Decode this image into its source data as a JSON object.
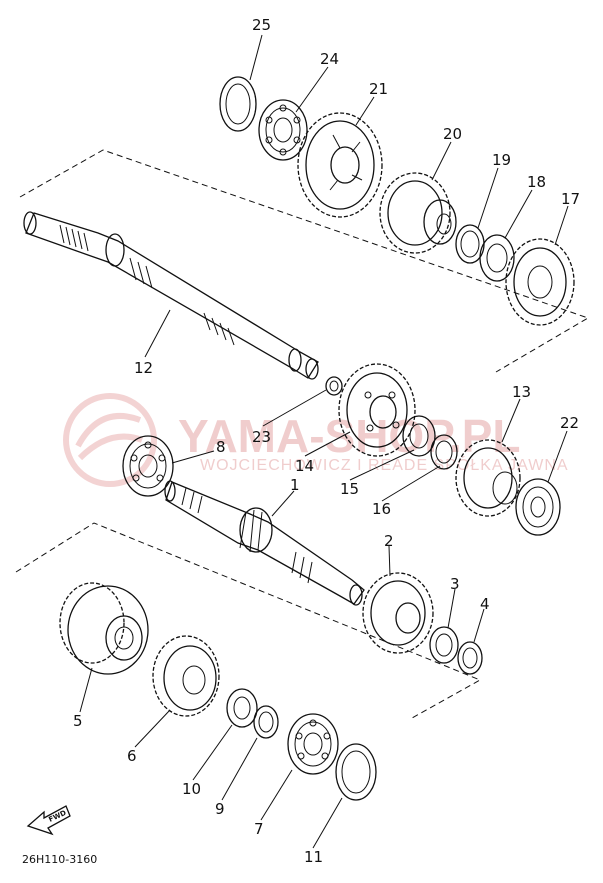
{
  "diagram": {
    "drawing_code": "26H110-3160",
    "fwd_label": "FWD",
    "watermark": {
      "title": "YAMA-SHOP.PL",
      "subtitle": "WOJCIECHOWICZ I READE SPÓŁKA JAWNA"
    },
    "callouts": [
      "1",
      "2",
      "3",
      "4",
      "5",
      "6",
      "7",
      "8",
      "9",
      "10",
      "11",
      "12",
      "13",
      "14",
      "15",
      "16",
      "17",
      "18",
      "19",
      "20",
      "21",
      "22",
      "23",
      "24",
      "25"
    ]
  }
}
